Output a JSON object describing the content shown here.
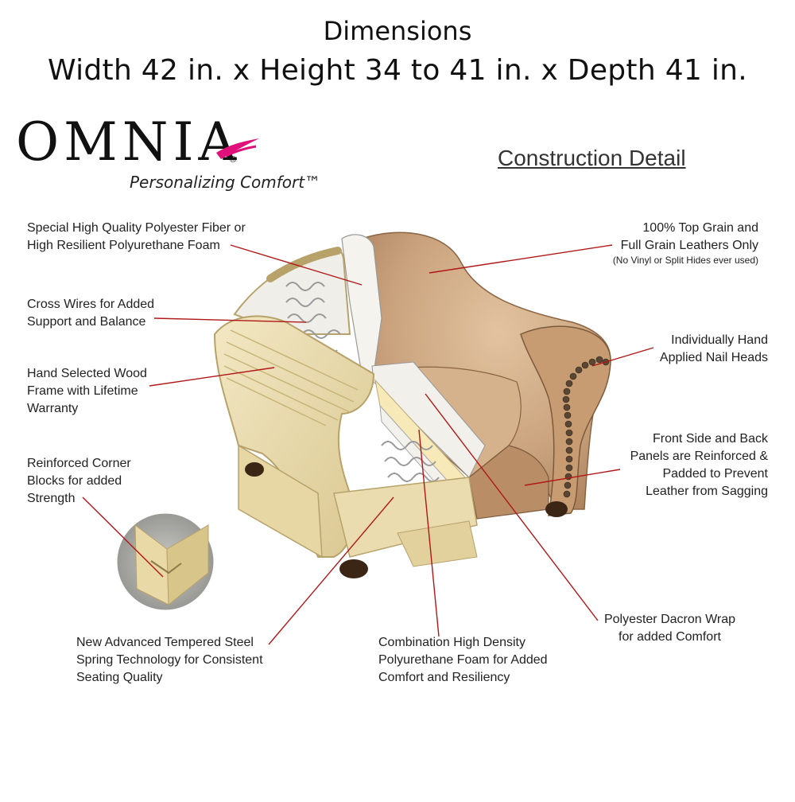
{
  "header": {
    "title": "Dimensions",
    "subtitle": "Width 42 in. x Height 34 to 41 in. x Depth 41 in."
  },
  "brand": {
    "name": "OMNIA",
    "registered": "®",
    "tagline": "Personalizing Comfort™",
    "accent_color": "#e0107a"
  },
  "section_title": "Construction Detail",
  "callouts": {
    "polyester_fiber": {
      "lines": [
        "Special High Quality Polyester Fiber or",
        "High Resilient Polyurethane Foam"
      ]
    },
    "cross_wires": {
      "lines": [
        "Cross Wires for Added",
        "Support and Balance"
      ]
    },
    "wood_frame": {
      "lines": [
        "Hand Selected Wood",
        "Frame with Lifetime",
        "Warranty"
      ]
    },
    "corner_blocks": {
      "lines": [
        "Reinforced Corner",
        "Blocks for added",
        "Strength"
      ]
    },
    "steel_spring": {
      "lines": [
        "New Advanced Tempered Steel",
        "Spring Technology for Consistent",
        "Seating Quality"
      ]
    },
    "hd_foam": {
      "lines": [
        "Combination High Density",
        "Polyurethane Foam for Added",
        "Comfort and Resiliency"
      ]
    },
    "dacron_wrap": {
      "lines": [
        "Polyester Dacron Wrap",
        "for added Comfort"
      ]
    },
    "panels": {
      "lines": [
        "Front Side and Back",
        "Panels are Reinforced &",
        "Padded to Prevent",
        "Leather from Sagging"
      ]
    },
    "nail_heads": {
      "lines": [
        "Individually Hand",
        "Applied Nail Heads"
      ]
    },
    "leather": {
      "lines": [
        "100% Top Grain and",
        "Full Grain Leathers Only"
      ],
      "note": "(No Vinyl or Split Hides ever used)"
    }
  },
  "colors": {
    "leader_line": "#b01818",
    "leather": "#c9a27d",
    "wood": "#eadcae",
    "foam": "#f2f0ea"
  }
}
